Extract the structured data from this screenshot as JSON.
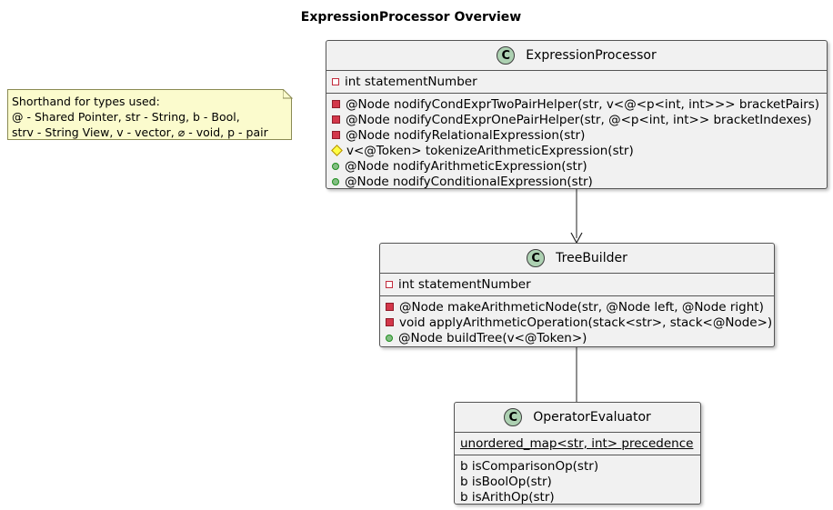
{
  "title": "ExpressionProcessor Overview",
  "note": {
    "lines": [
      "Shorthand for types used:",
      "@ - Shared Pointer, str - String, b - Bool,",
      "strv - String View, v - vector, ⌀ - void, p - pair"
    ]
  },
  "classes": {
    "expression_processor": {
      "stereotype_icon": "C",
      "name": "ExpressionProcessor",
      "fields": [
        {
          "visibility": "private",
          "text": "int statementNumber"
        }
      ],
      "methods": [
        {
          "visibility": "private",
          "text": "@Node nodifyCondExprTwoPairHelper(str, v<@<p<int, int>>> bracketPairs)"
        },
        {
          "visibility": "private",
          "text": "@Node nodifyCondExprOnePairHelper(str, @<p<int, int>> bracketIndexes)"
        },
        {
          "visibility": "private",
          "text": "@Node nodifyRelationalExpression(str)"
        },
        {
          "visibility": "protected",
          "text": "v<@Token> tokenizeArithmeticExpression(str)"
        },
        {
          "visibility": "public",
          "text": "@Node nodifyArithmeticExpression(str)"
        },
        {
          "visibility": "public",
          "text": "@Node nodifyConditionalExpression(str)"
        }
      ]
    },
    "tree_builder": {
      "stereotype_icon": "C",
      "name": "TreeBuilder",
      "fields": [
        {
          "visibility": "private",
          "text": "int statementNumber"
        }
      ],
      "methods": [
        {
          "visibility": "private",
          "text": "@Node makeArithmeticNode(str, @Node left, @Node right)"
        },
        {
          "visibility": "private",
          "text": "void applyArithmeticOperation(stack<str>, stack<@Node>)"
        },
        {
          "visibility": "public",
          "text": "@Node buildTree(v<@Token>)"
        }
      ]
    },
    "operator_evaluator": {
      "stereotype_icon": "C",
      "name": "OperatorEvaluator",
      "fields": [
        {
          "visibility": "none",
          "static": true,
          "text": "unordered_map<str, int> precedence"
        }
      ],
      "methods": [
        {
          "visibility": "none",
          "text": "b isComparisonOp(str)"
        },
        {
          "visibility": "none",
          "text": "b isBoolOp(str)"
        },
        {
          "visibility": "none",
          "text": "b isArithOp(str)"
        }
      ]
    }
  },
  "colors": {
    "class_fill": "#f1f1f1",
    "class_icon": "#add1b2",
    "note_fill": "#fbfbcd",
    "private": "#d3374a",
    "protected": "#ffff44",
    "public": "#84be84"
  }
}
